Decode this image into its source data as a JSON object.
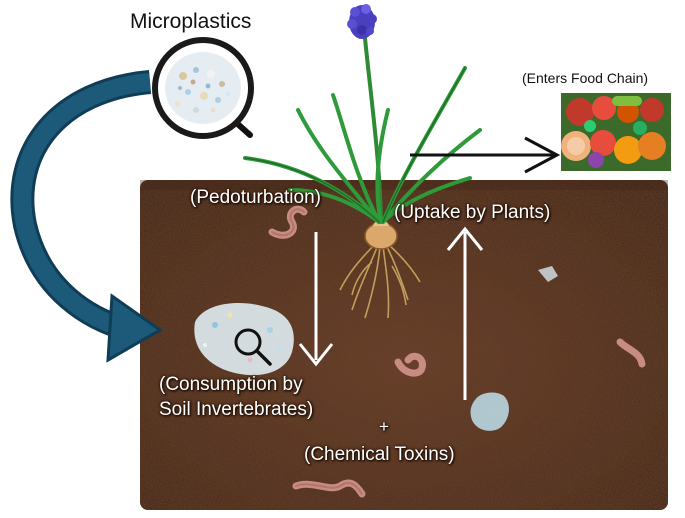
{
  "labels": {
    "microplastics": "Microplastics",
    "food_chain": "(Enters Food Chain)",
    "pedoturbation": "(Pedoturbation)",
    "uptake": "(Uptake by Plants)",
    "consumption_line1": "(Consumption by",
    "consumption_line2": "Soil Invertebrates)",
    "plus": "+",
    "chemical_toxins": "(Chemical Toxins)"
  },
  "colors": {
    "soil": "#5a3422",
    "soil_dark": "#3e2217",
    "curved_arrow": "#1d5a7a",
    "leaf_green": "#2f9a3a",
    "flower": "#4a3fbf",
    "worm": "#c98c82",
    "microplastic_blue": "#bfe0ee"
  },
  "icons": [
    "microplastics-magnifier-icon",
    "curved-arrow-icon",
    "plant-illustration",
    "vegetables-image",
    "magnifier-icon",
    "earthworm-icon"
  ]
}
